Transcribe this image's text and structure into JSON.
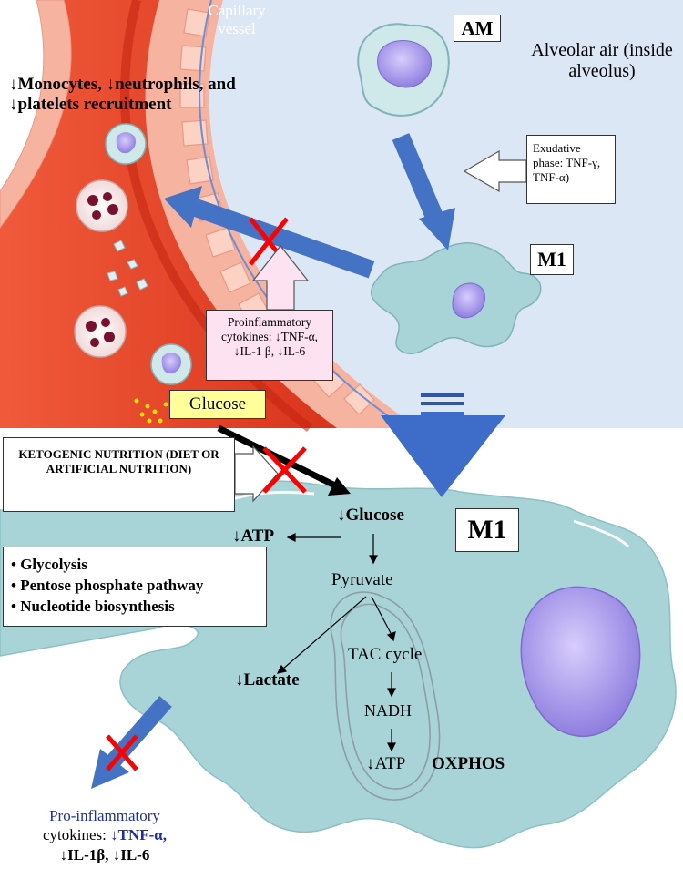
{
  "labels": {
    "capillary": "Capillary vessel",
    "am": "AM",
    "alveolar_air": "Alveolar air (inside alveolus)",
    "monocytes": "↓Monocytes, ↓neutrophils, and ↓platelets recruitment",
    "exudative": "Exudative phase: TNF-γ, TNF-α)",
    "m1_top": "M1",
    "proinflam_top": "Proinflammatory cytokines: ↓TNF-α, ↓IL-1 β, ↓IL-6",
    "glucose_top": "Glucose",
    "ketogenic": "KETOGENIC NUTRITION (DIET OR ARTIFICIAL NUTRITION)",
    "glucose_down": "↓Glucose",
    "m1_bottom": "M1",
    "atp_left": "↓ATP",
    "pathway_1": "• Glycolysis",
    "pathway_2": "• Pentose phosphate pathway",
    "pathway_3": "• Nucleotide biosynthesis",
    "pyruvate": "Pyruvate",
    "tac": "TAC cycle",
    "lactate": "↓Lactate",
    "nadh": "NADH",
    "atp_bottom": "↓ATP",
    "oxphos": "OXPHOS",
    "bottom_cyto_1": "Pro-inflammatory",
    "bottom_cyto_2a": "cytokines: ",
    "bottom_cyto_2b": "↓TNF-α,",
    "bottom_cyto_3": "↓IL-1β, ↓IL-6"
  },
  "colors": {
    "alveolus_bg": "#dbe7f5",
    "vessel_red": "#e8442a",
    "cell_teal": "#a8d4d7",
    "nucleus_purple": "#a99be8",
    "arrow_blue": "#4472c4",
    "cross_red": "#ff0000",
    "proinflam_box": "#fde2f2",
    "glucose_box": "#ffff9a"
  }
}
